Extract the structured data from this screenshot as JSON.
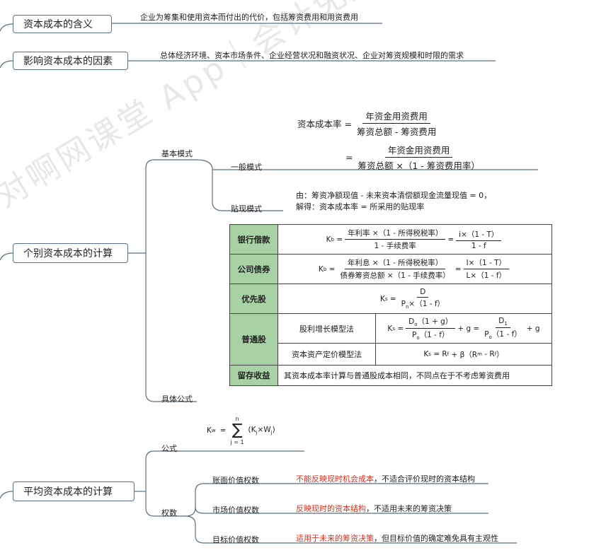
{
  "watermark": "对啊网课堂 App｜会计免费视频题库",
  "sections": {
    "meaning": {
      "title": "资本成本的含义",
      "desc": "企业为筹集和使用资本而付出的代价，包括筹资费用和用资费用"
    },
    "factors": {
      "title": "影响资本成本的因素",
      "desc": "总体经济环境、资本市场条件、企业经营状况和融资状况、企业对筹资规模和时限的需求"
    },
    "individual": {
      "title": "个别资本成本的计算",
      "basic_model": "基本模式",
      "general_model": "一般模式",
      "general_eq1": {
        "lhs": "资本成本率 =",
        "num": "年资金用资费用",
        "den": "筹资总额 - 筹资费用"
      },
      "general_eq2": {
        "lhs": "=",
        "num": "年资金用资费用",
        "den": "筹资总额 ×（1 - 筹资费用率）"
      },
      "discount_model": "贴现模式",
      "discount_line1": "由：筹资净额现值 - 未来资本清偿额现金流量现值 = 0，",
      "discount_line2": "解得：资本成本率 = 所采用的贴现率",
      "specific": "具体公式",
      "table": {
        "bank_loan": {
          "label": "银行借款",
          "k": "K",
          "k_sub": "b",
          "eq": "=",
          "eq2": "=",
          "n1": "年利率 ×（1 - 所得税税率）",
          "d1": "1 - 手续费率",
          "n2": "i×（1 - T）",
          "d2": "1 - f"
        },
        "bond": {
          "label": "公司债券",
          "k": "K",
          "k_sub": "b",
          "eq": "=",
          "eq2": "=",
          "n1": "年利息 ×（1 - 所得税税率）",
          "d1": "债券筹资总额 ×（1 - 手续费率）",
          "n2": "I×（1 - T）",
          "d2": "L×（1 - f）"
        },
        "preferred": {
          "label": "优先股",
          "k": "K",
          "k_sub": "s",
          "eq": "=",
          "num": "D",
          "den_p": "P",
          "den_sub": "n",
          "den_rest": "×（1 - f）"
        },
        "common": {
          "label": "普通股",
          "dividend_method": "股利增长模型法",
          "dividend": {
            "k": "K",
            "k_sub": "s",
            "eq": "=",
            "n1_d": "D",
            "n1_sub": "o",
            "n1_rest": "（1 + g）",
            "d1_p": "P",
            "d1_sub": "o",
            "d1_rest": "（1 - f）",
            "plus": "+ g =",
            "n2_d": "D",
            "n2_sub": "1",
            "d2_p": "P",
            "d2_sub": "o",
            "d2_rest": "（1 - f）",
            "plus2": "+ g"
          },
          "capm_method": "资本资产定价模型法",
          "capm": {
            "k": "K",
            "k_sub": "s",
            "eq": "= R",
            "rf_sub": "f",
            "mid": "+ β（R",
            "rm_sub": "m",
            "tail": "- R",
            "rf2_sub": "f",
            "end": "）"
          }
        },
        "retained": {
          "label": "留存收益",
          "text": "其资本成本率计算与普通股成本相同，不同点在于不考虑筹资费用"
        }
      }
    },
    "wacc": {
      "title": "平均资本成本的计算",
      "formula_label": "公式",
      "formula": {
        "kw": "K",
        "kw_sub": "w",
        "eq": "=",
        "sigma": "∑",
        "upper": "n",
        "lower": "j = 1",
        "term": "(K",
        "term_sub1": "j",
        "term_mid": "×W",
        "term_sub2": "j",
        "term_end": ")"
      },
      "weights_label": "权数",
      "weights": [
        {
          "label": "账面价值权数",
          "red": "不能反映现时机会成本",
          "rest": "，不适合评价现时的资本结构"
        },
        {
          "label": "市场价值权数",
          "red": "反映现时的资本结构",
          "rest": "，不适用未来的筹资决策"
        },
        {
          "label": "目标价值权数",
          "red": "适用于未来的筹资决策",
          "rest": "，但目标价值的确定难免具有主观性"
        }
      ]
    }
  }
}
